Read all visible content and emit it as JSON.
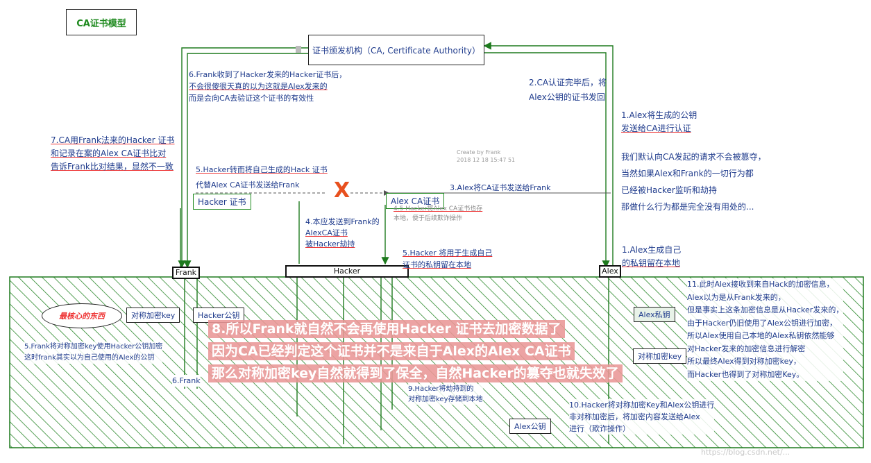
{
  "title": "CA证书模型",
  "ca_box": "证书颁发机构（CA, Certificate Authority）",
  "actors": {
    "frank": "Frank",
    "hacker": "Hacker",
    "alex": "Alex"
  },
  "watermark_create": [
    "Create by Frank",
    "2018 12 18 15:47 51"
  ],
  "steps": {
    "s1a": [
      "1.Alex将生成的公钥",
      "发送给CA进行认证"
    ],
    "s1b": [
      "1.Alex生成自己",
      "的私钥留在本地"
    ],
    "s2": [
      "2.CA认证完毕后，将",
      "Alex公钥的证书发回"
    ],
    "s3": "3.Alex将CA证书发送给Frank",
    "s4": [
      "4.本应发送到Frank的",
      "AlexCA证书",
      "被Hacker劫持"
    ],
    "s45": [
      "4.5 Hacker将Alex CA证书也存",
      "本地，便于后续欺诈操作"
    ],
    "s5_hacker": [
      "5.Hacker 将用于生成自己",
      "证书的私钥留在本地"
    ],
    "s5_forward": [
      "5.Hacker转而将自己生成的Hack 证书",
      "代替Alex CA证书发送给Frank"
    ],
    "s6": [
      "6.Frank收到了Hacker发来的Hacker证书后，",
      "不会很傻很天真的以为这就是Alex发来的",
      "而是会向CA去验证这个证书的有效性"
    ],
    "s7": [
      "7.CA用Frank法来的Hacker 证书",
      "和记录在案的Alex CA证书比对",
      "告诉Frank比对结果，显然不一致"
    ],
    "note": [
      "我们默认向CA发起的请求不会被篡夺，",
      "当然如果Alex和Frank的一切行为都",
      "已经被Hacker监听和劫持",
      "那做什么行为都是完全没有用处的..."
    ],
    "s5_frank": [
      "5.Frank将对称加密key使用Hacker公钥加密",
      "这时frank其实以为自己使用的Alex的公钥"
    ],
    "s6_frank": "6.Frank",
    "s9": [
      "9.Hacker将劫持到的",
      "对称加密key存储到本地"
    ],
    "s10": [
      "10.Hacker将对称加密Key和Alex公钥进行",
      "非对称加密后，将加密内容发送给Alex",
      "进行（欺诈操作）"
    ],
    "s11": [
      "11.此时Alex接收到来自Hack的加密信息，",
      "Alex以为是从Frank发来的，",
      "但是事实上这条加密信息是从Hacker发来的，",
      "由于Hacker仍旧使用了Alex公钥进行加密，",
      "所以Alex使用自己本地的Alex私钥依然能够",
      "对Hacker发来的加密信息进行解密",
      "所以最终Alex得到对称加密key，",
      "而Hacker也得到了对称加密Key。"
    ]
  },
  "labels": {
    "hacker_cert": "Hacker 证书",
    "alex_ca_cert": "Alex CA证书",
    "core": "最核心的东西",
    "sym_key": "对称加密key",
    "hacker_pub": "Hacker公钥",
    "alex_pub": "Alex公钥",
    "alex_priv": "Alex私钥",
    "sym_key_right": "对称加密key"
  },
  "conclusion": [
    "8.所以Frank就自然不会再使用Hacker 证书去加密数据了",
    "因为CA已经判定这个证书并不是来自于Alex的Alex CA证书",
    "那么对称加密key自然就得到了保全，自然Hacker的篡夺也就失效了"
  ],
  "blocked_mark": "X",
  "url_watermark": "https://blog.csdn.net/..."
}
